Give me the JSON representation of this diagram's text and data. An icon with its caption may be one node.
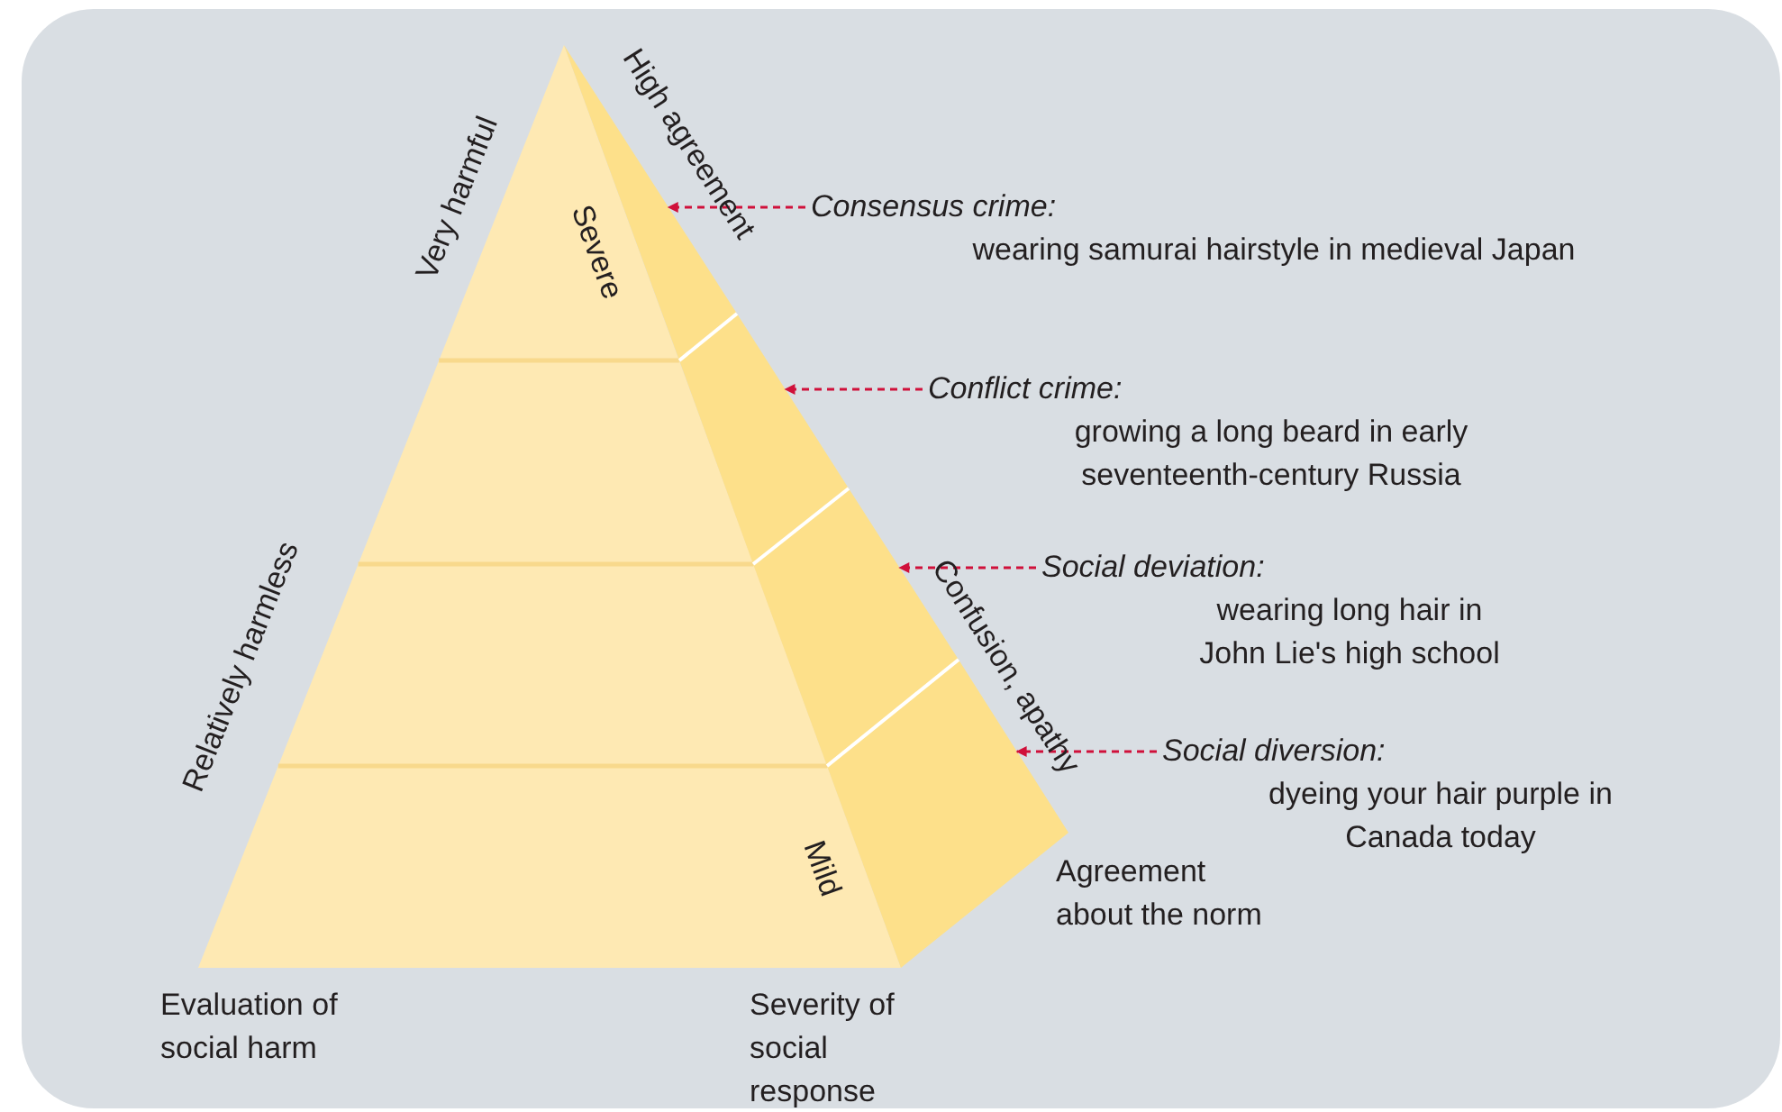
{
  "diagram": {
    "nodes": [
      {
        "text": [],
        "shape": "band"
      },
      {
        "text": [],
        "shape": "band"
      },
      {
        "text": [],
        "shape": "band"
      },
      {
        "text": [],
        "shape": "band"
      },
      {
        "text": [
          "Consensus crime:",
          "wearing samurai hairstyle in medieval Japan"
        ]
      },
      {
        "text": [
          "Conflict crime:",
          "growing a long beard in early seventeenth-century Russia"
        ]
      },
      {
        "text": [
          "Social deviation:",
          "wearing long hair in John Lie's high school"
        ]
      },
      {
        "text": [
          "Social diversion:",
          "dyeing your hair purple in Canada today"
        ]
      }
    ],
    "edges": [
      {
        "from": 4,
        "to": 0,
        "arrow": "to",
        "style": "dashed"
      },
      {
        "from": 5,
        "to": 1,
        "arrow": "to",
        "style": "dashed"
      },
      {
        "from": 6,
        "to": 2,
        "arrow": "to",
        "style": "dashed"
      },
      {
        "from": 7,
        "to": 3,
        "arrow": "to",
        "style": "dashed"
      }
    ],
    "labels": [
      "Very harmful",
      "High agreement",
      "Severe",
      "Relatively harmless",
      "Confusion, apathy",
      "Mild",
      "Agreement about the norm",
      "Evaluation of social harm",
      "Severity of social response"
    ]
  }
}
